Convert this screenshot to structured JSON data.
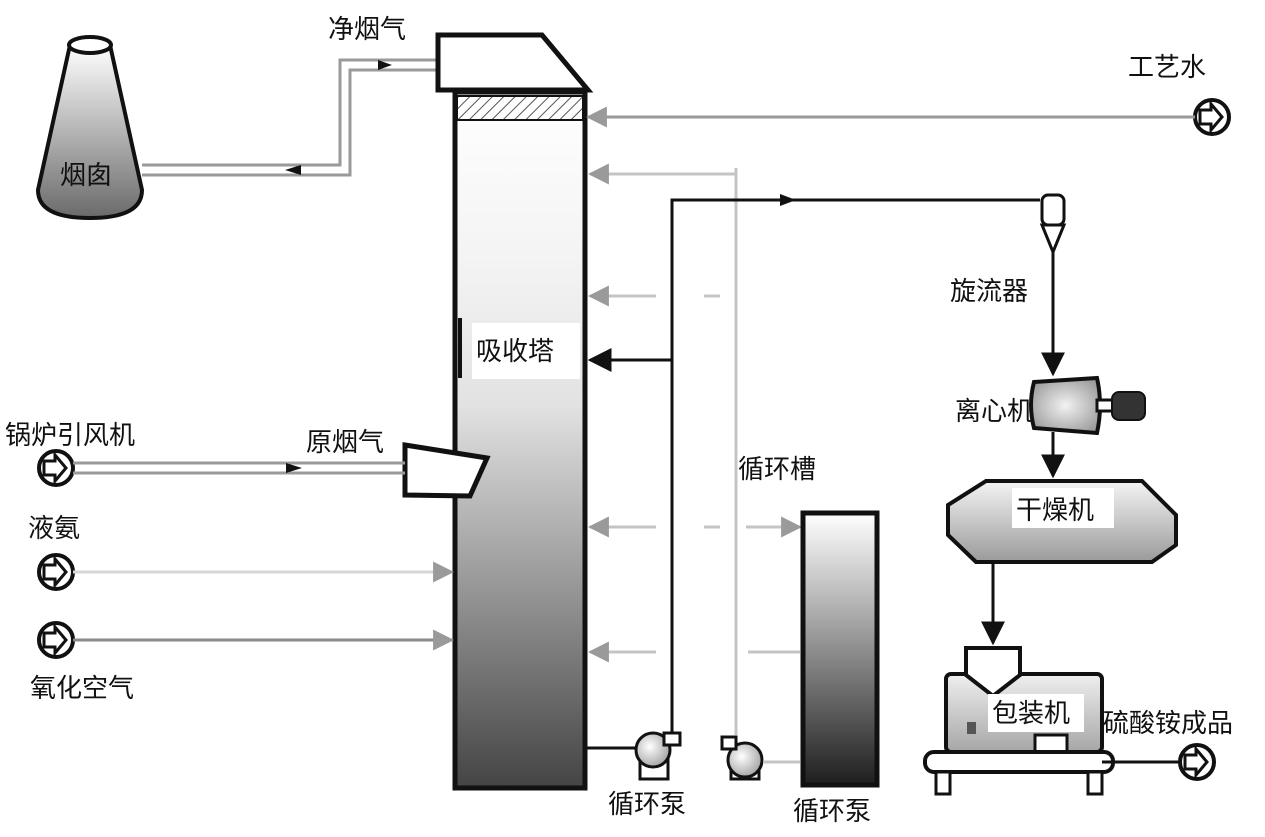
{
  "labels": {
    "clean_flue_gas": "净烟气",
    "chimney": "烟囱",
    "process_water": "工艺水",
    "absorption_tower": "吸收塔",
    "cyclone": "旋流器",
    "centrifuge": "离心机",
    "boiler_fan": "锅炉引风机",
    "raw_flue_gas": "原烟气",
    "circulation_tank": "循环槽",
    "dryer": "干燥机",
    "liquid_ammonia": "液氨",
    "oxidation_air": "氧化空气",
    "packaging_machine": "包装机",
    "product": "硫酸铵成品",
    "pump_1": "循环泵",
    "pump_2": "循环泵"
  },
  "colors": {
    "line": "#111111",
    "pipe_light": "#b8b8b8",
    "pipe_medium": "#8a8a8a",
    "shade_dark": "#3a3a3a",
    "shade_light": "#f2f2f2"
  }
}
